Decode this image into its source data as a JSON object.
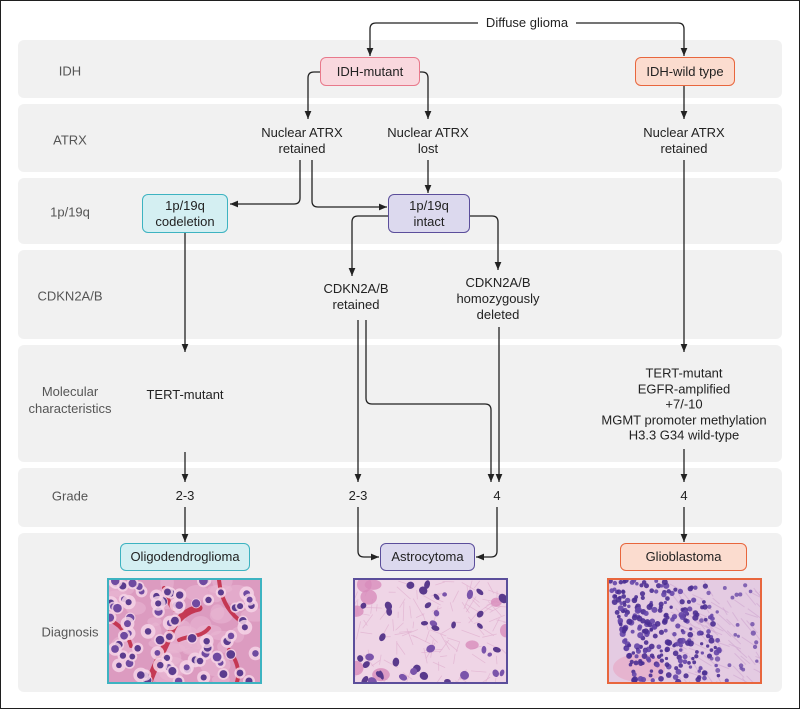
{
  "diagram": {
    "root": "Diffuse glioma"
  },
  "row_labels": {
    "idh": "IDH",
    "atrx": "ATRX",
    "p19q": "1p/19q",
    "cdkn2ab": "CDKN2A/B",
    "molecular": "Molecular\ncharacteristics",
    "grade": "Grade",
    "diagnosis": "Diagnosis"
  },
  "idh": {
    "mutant": "IDH-mutant",
    "wild_type": "IDH-wild type"
  },
  "atrx": {
    "mutant_retained": "Nuclear ATRX\nretained",
    "mutant_lost": "Nuclear ATRX\nlost",
    "wild_type_retained": "Nuclear ATRX\nretained"
  },
  "p19q": {
    "codeletion": "1p/19q\ncodeletion",
    "intact": "1p/19q\nintact"
  },
  "cdkn2ab": {
    "retained": "CDKN2A/B\nretained",
    "deleted": "CDKN2A/B\nhomozygously\ndeleted"
  },
  "molecular": {
    "oligodendroglioma": "TERT-mutant",
    "glioblastoma": [
      "TERT-mutant",
      "EGFR-amplified",
      "+7/-10",
      "MGMT promoter methylation",
      "H3.3 G34 wild-type"
    ]
  },
  "grade": {
    "oligodendroglioma": "2-3",
    "astrocytoma_cdkn_retained": "2-3",
    "astrocytoma_cdkn_deleted": "4",
    "glioblastoma": "4"
  },
  "diagnosis": {
    "oligodendroglioma": "Oligodendroglioma",
    "astrocytoma": "Astrocytoma",
    "glioblastoma": "Glioblastoma"
  },
  "colors": {
    "row_background": "#f1f1f1",
    "arrow": "#222222",
    "idh_mutant": {
      "fill": "#f9d8de",
      "border": "#e8798b"
    },
    "idh_wild_type": {
      "fill": "#fbdccf",
      "border": "#e8663d"
    },
    "oligodendroglioma": {
      "fill": "#d4eff2",
      "border": "#3db3c1"
    },
    "astrocytoma": {
      "fill": "#dcd9ee",
      "border": "#5b4e9b"
    },
    "glioblastoma": {
      "fill": "#fbdccf",
      "border": "#e8663d"
    }
  }
}
